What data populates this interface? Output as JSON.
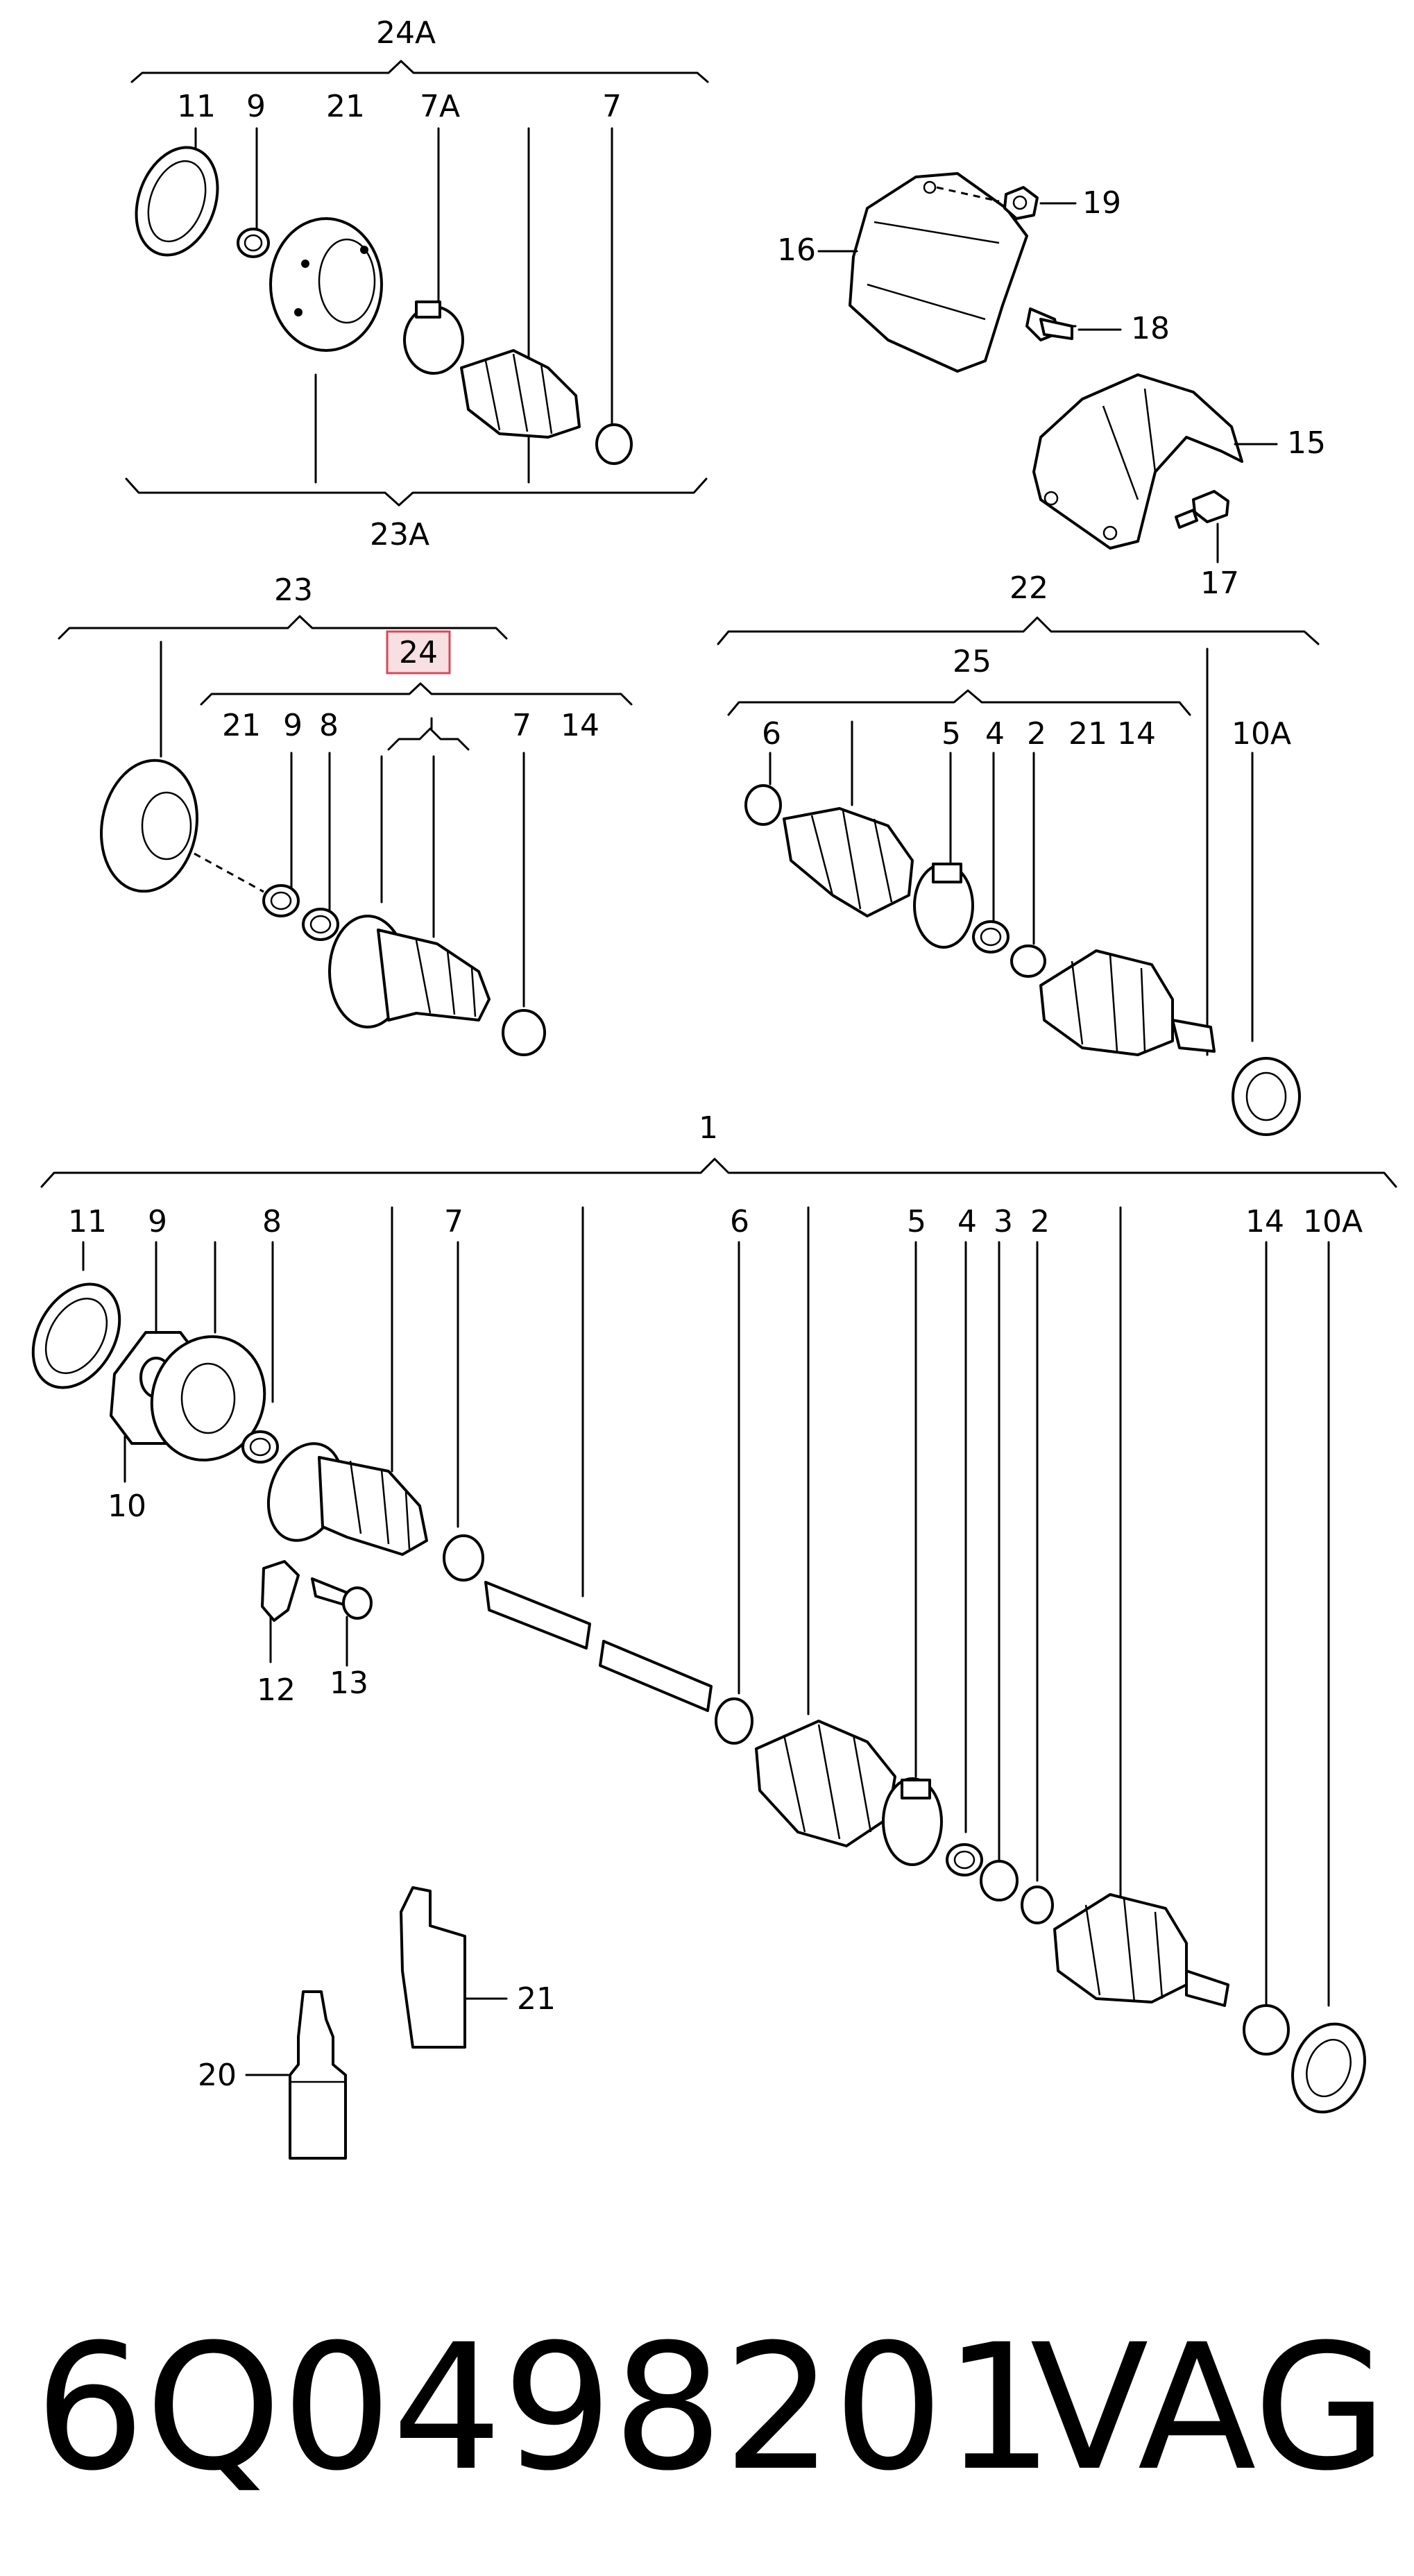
{
  "diagram": {
    "group_labels": {
      "g24A": "24A",
      "g23A": "23A",
      "g23": "23",
      "g24": "24",
      "g22": "22",
      "g25": "25",
      "g1": "1"
    },
    "callouts_top_left": [
      "11",
      "9",
      "21",
      "7A",
      "7"
    ],
    "callouts_top_right": [
      "19",
      "16",
      "18",
      "15",
      "17"
    ],
    "callouts_mid_left": [
      "21",
      "9",
      "8",
      "7",
      "14"
    ],
    "callouts_mid_right": [
      "6",
      "5",
      "4",
      "2",
      "21",
      "14",
      "10A"
    ],
    "callouts_main": [
      "11",
      "9",
      "8",
      "7",
      "6",
      "5",
      "4",
      "3",
      "2",
      "14",
      "10A",
      "10",
      "12",
      "13",
      "21",
      "20"
    ],
    "highlighted_callout": "24"
  },
  "footer": {
    "part_number": "6Q0498201",
    "brand": "VAG"
  }
}
